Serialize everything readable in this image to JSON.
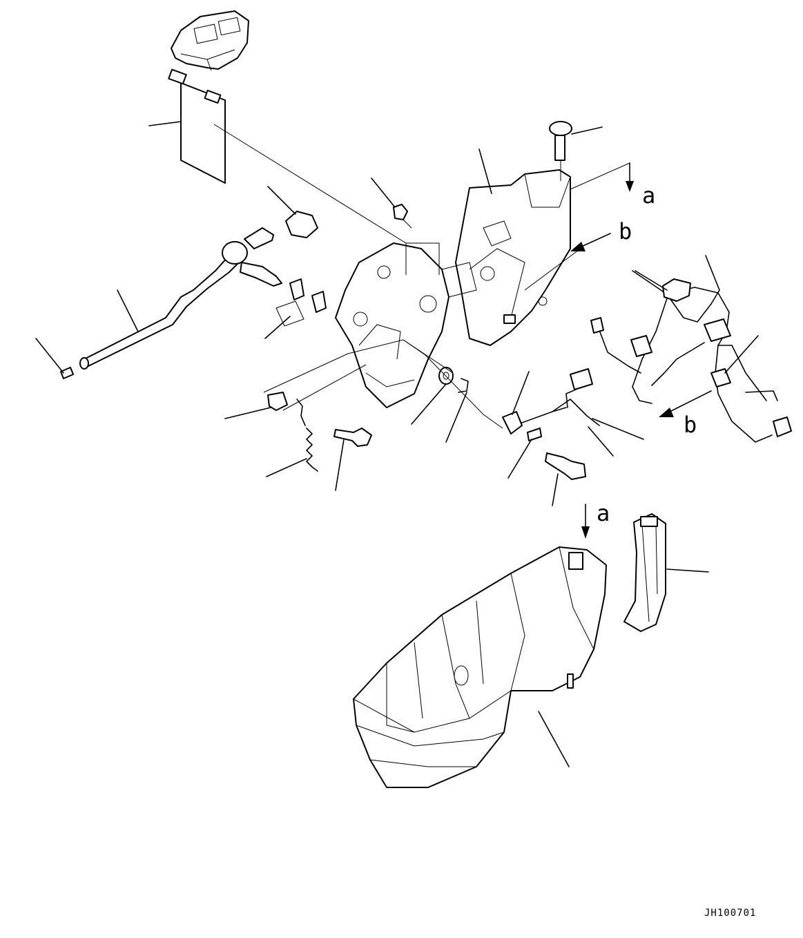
{
  "diagram": {
    "drawing_id": "JH100701",
    "view_labels": {
      "a_top": "a",
      "b_top": "b",
      "b_right": "b",
      "a_bottom": "a"
    }
  }
}
